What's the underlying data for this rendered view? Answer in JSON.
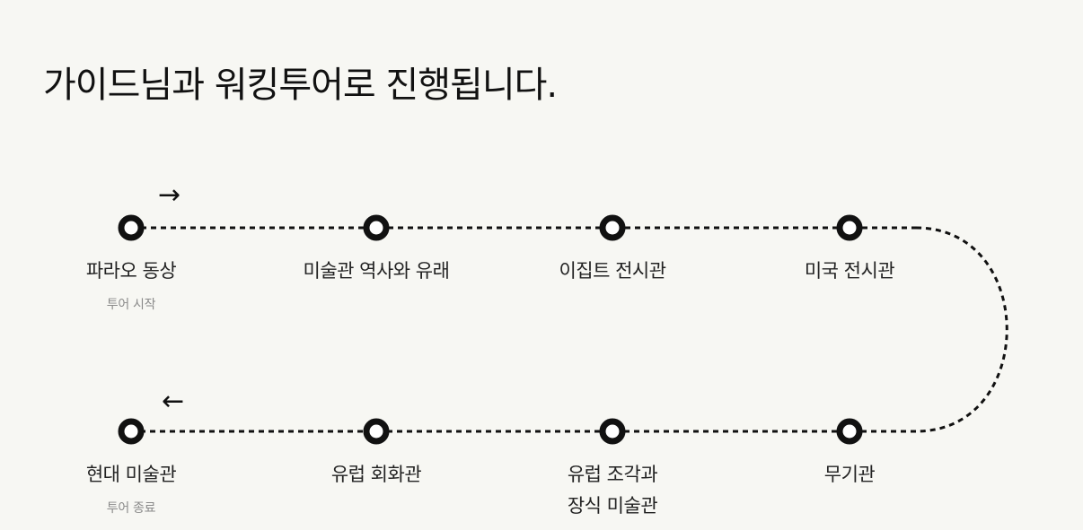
{
  "page": {
    "title": "가이드님과 워킹투어로 진행됩니다."
  },
  "route": {
    "direction_top": "→",
    "direction_bottom": "←",
    "stops": [
      {
        "label": "파라오 동상",
        "sub": "투어 시작"
      },
      {
        "label": "미술관 역사와 유래"
      },
      {
        "label": "이집트 전시관"
      },
      {
        "label": "미국 전시관"
      },
      {
        "label": "무기관"
      },
      {
        "label": "유럽 조각과",
        "label2": "장식 미술관"
      },
      {
        "label": "유럽 회화관"
      },
      {
        "label": "현대 미술관",
        "sub": "투어 종료"
      }
    ]
  },
  "colors": {
    "background": "#f7f7f3",
    "line": "#111111",
    "node_fill": "#ffffff",
    "subtext": "#8a8a8a"
  }
}
